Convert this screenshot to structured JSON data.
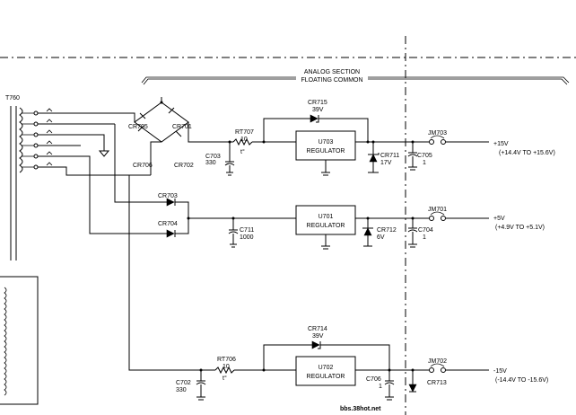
{
  "section": {
    "line1": "ANALOG SECTION",
    "line2": "FLOATING COMMON"
  },
  "transformer": {
    "ref": "T760"
  },
  "diodes": {
    "cr705": "CR705",
    "cr701": "CR701",
    "cr706": "CR706",
    "cr702": "CR702",
    "cr703": "CR703",
    "cr704": "CR704",
    "cr715": {
      "ref": "CR715",
      "val": "39V"
    },
    "cr711": {
      "ref": "CR711",
      "val": "17V"
    },
    "cr712": {
      "ref": "CR712",
      "val": "6V"
    },
    "cr714": {
      "ref": "CR714",
      "val": "39V"
    },
    "cr713": {
      "ref": "CR713"
    }
  },
  "thermistors": {
    "rt707": {
      "ref": "RT707",
      "val": "10",
      "t": "t°"
    },
    "rt706": {
      "ref": "RT706",
      "val": "10",
      "t": "t°"
    }
  },
  "capacitors": {
    "c703": {
      "ref": "C703",
      "val": "330"
    },
    "c711": {
      "ref": "C711",
      "val": "1000"
    },
    "c702": {
      "ref": "C702",
      "val": "330"
    },
    "c705": {
      "ref": "C705",
      "val": "1"
    },
    "c704": {
      "ref": "C704",
      "val": "1"
    },
    "c706": {
      "ref": "C706",
      "val": "1"
    }
  },
  "regulators": {
    "u703": {
      "ref": "U703",
      "label": "REGULATOR"
    },
    "u701": {
      "ref": "U701",
      "label": "REGULATOR"
    },
    "u702": {
      "ref": "U702",
      "label": "REGULATOR"
    }
  },
  "jumpers": {
    "jm703": "JM703",
    "jm701": "JM701",
    "jm702": "JM702"
  },
  "outputs": {
    "p15": {
      "label": "+15V",
      "range": "(+14.4V TO +15.6V)"
    },
    "p5": {
      "label": "+5V",
      "range": "(+4.9V TO +5.1V)"
    },
    "m15": {
      "label": "-15V",
      "range": "(-14.4V TO -15.6V)"
    }
  },
  "watermark": "bbs.38hot.net",
  "colors": {
    "ink": "#000000",
    "watermark": "#1e8fd6"
  }
}
